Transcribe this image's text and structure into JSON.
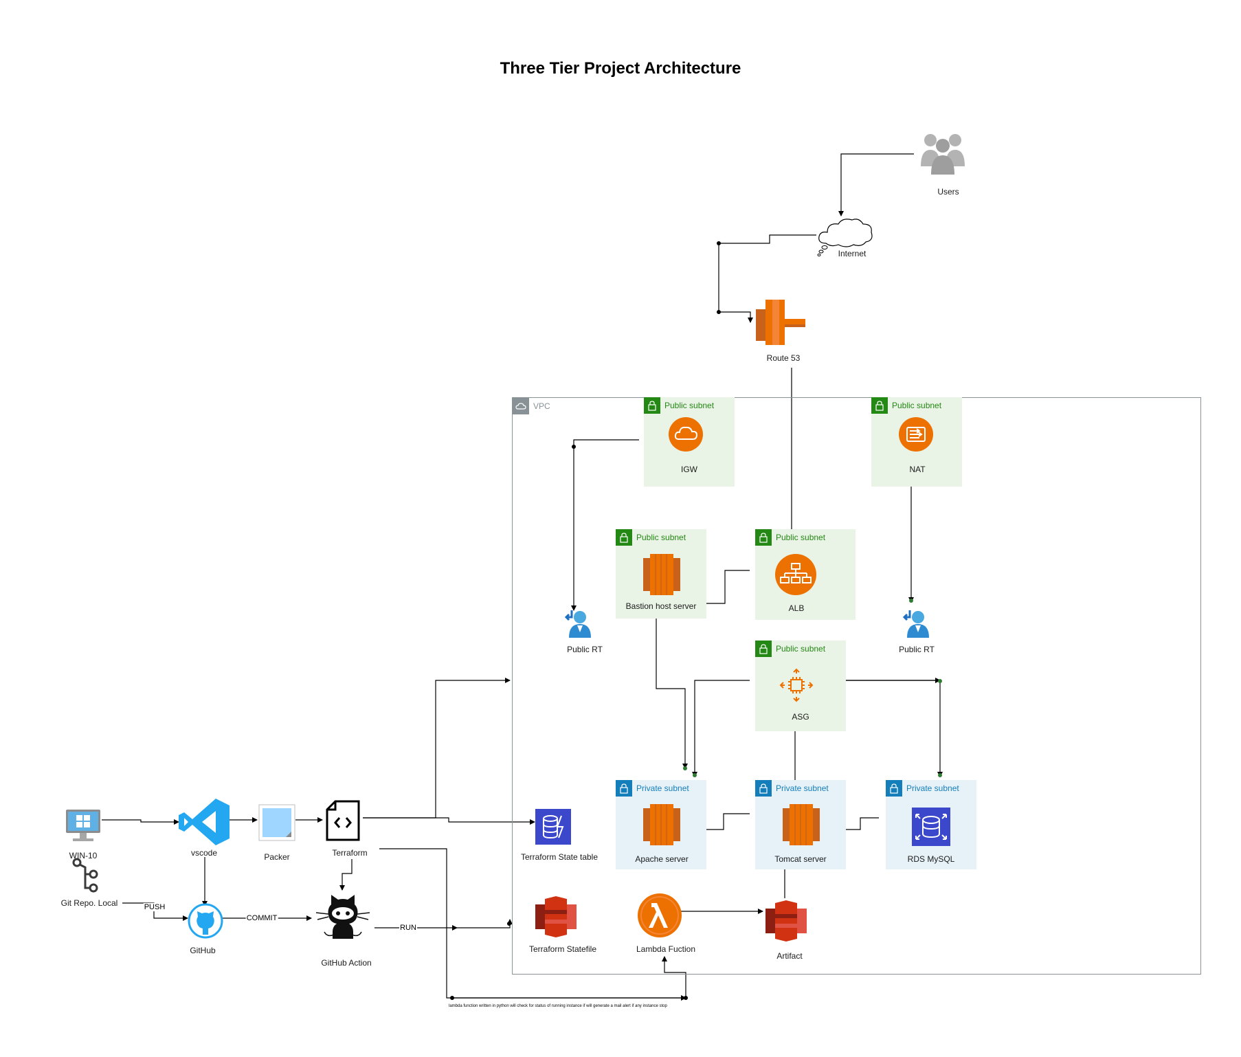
{
  "title": "Three Tier Project Architecture",
  "vpc": {
    "label": "VPC"
  },
  "subnets": {
    "igw": "Public subnet",
    "nat": "Public subnet",
    "bastion": "Public subnet",
    "alb": "Public subnet",
    "asg": "Public subnet",
    "apache": "Private subnet",
    "tomcat": "Private subnet",
    "rds": "Private subnet"
  },
  "nodes": {
    "users": "Users",
    "internet": "Internet",
    "route53": "Route 53",
    "igw": "IGW",
    "nat": "NAT",
    "bastion": "Bastion host server",
    "alb": "ALB",
    "public_rt_left": "Public RT",
    "public_rt_right": "Public RT",
    "asg": "ASG",
    "apache": "Apache server",
    "tomcat": "Tomcat server",
    "rds": "RDS MySQL",
    "tf_state_table": "Terraform State table",
    "tf_statefile": "Terraform Statefile",
    "lambda": "Lambda Fuction",
    "artifact": "Artifact",
    "win10": "WIN-10",
    "vscode": "vscode",
    "packer": "Packer",
    "terraform": "Terraform",
    "git_local": "Git Repo. Local",
    "github": "GitHub",
    "github_action": "GitHub Action"
  },
  "edge_labels": {
    "push": "PUSH",
    "commit": "COMMIT",
    "run": "RUN"
  },
  "note": "lambda function written in python will check for status of running instance if will generate a mail  alert  if any instance stop",
  "colors": {
    "public_subnet_bg": "#e9f3e6",
    "public_subnet_accent": "#248814",
    "private_subnet_bg": "#e6f2f8",
    "private_subnet_accent": "#147eba",
    "aws_orange": "#ed7100",
    "aws_red": "#d13212",
    "vpc_border": "#879196"
  }
}
